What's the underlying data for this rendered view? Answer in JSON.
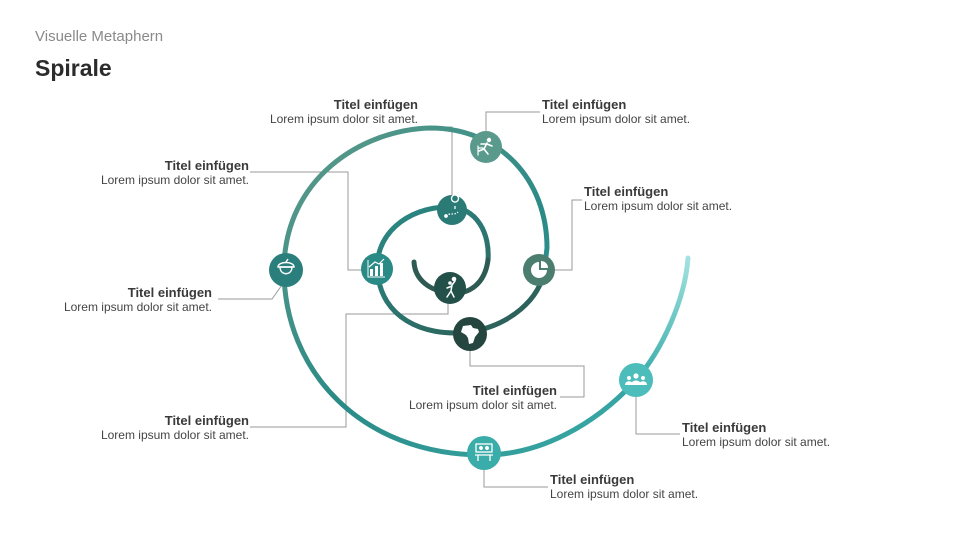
{
  "header": {
    "subtitle": "Visuelle Metaphern",
    "title": "Spirale"
  },
  "items": [
    {
      "title": "Titel einfügen",
      "body": "Lorem ipsum dolor sit amet.",
      "icon": "location-path-icon"
    },
    {
      "title": "Titel einfügen",
      "body": "Lorem ipsum dolor sit amet.",
      "icon": "hurdler-icon"
    },
    {
      "title": "Titel einfügen",
      "body": "Lorem ipsum dolor sit amet.",
      "icon": "growth-chart-icon"
    },
    {
      "title": "Titel einfügen",
      "body": "Lorem ipsum dolor sit amet.",
      "icon": "pie-chart-icon"
    },
    {
      "title": "Titel einfügen",
      "body": "Lorem ipsum dolor sit amet.",
      "icon": "acorn-icon"
    },
    {
      "title": "Titel einfügen",
      "body": "Lorem ipsum dolor sit amet.",
      "icon": "basketball-player-icon"
    },
    {
      "title": "Titel einfügen",
      "body": "Lorem ipsum dolor sit amet.",
      "icon": "africa-icon"
    },
    {
      "title": "Titel einfügen",
      "body": "Lorem ipsum dolor sit amet.",
      "icon": "team-icon"
    },
    {
      "title": "Titel einfügen",
      "body": "Lorem ipsum dolor sit amet.",
      "icon": "meeting-icon"
    }
  ],
  "colors": {
    "spiral_light": "#9ee0df",
    "spiral_mid": "#3aacaa",
    "spiral_teal": "#2a8a86",
    "spiral_sage": "#5f9a8a",
    "spiral_dark": "#2d5a52",
    "connector": "#9a9a9a"
  }
}
